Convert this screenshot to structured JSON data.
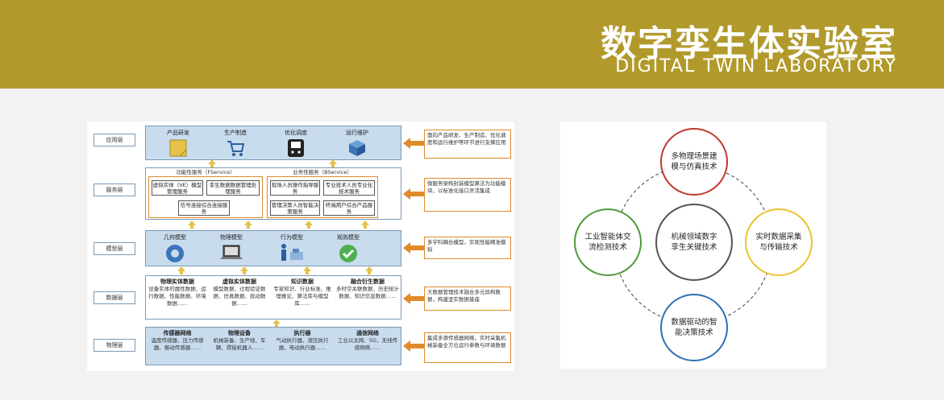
{
  "banner": {
    "title_cn": "数字孪生体实验室",
    "title_en": "DIGITAL TWIN LABORATORY",
    "background": "#b19a2b"
  },
  "architecture": {
    "layers": [
      {
        "label": "应用层",
        "items": [
          "产品研发",
          "生产制造",
          "优化调度",
          "运行维护"
        ],
        "icons": [
          "note-icon",
          "cart-icon",
          "train-icon",
          "cube-icon"
        ],
        "description": "面向产品研发、生产制造、优化调度和运行维护等环节进行支撑应用"
      },
      {
        "label": "服务层",
        "groups": [
          {
            "title": "功能性服务（FService）",
            "boxes": [
              "虚拟实体（VE）模型管理服务",
              "孪生数据数据管理处理服务",
              "信号连接综合连接服务"
            ]
          },
          {
            "title": "业务性服务（BService）",
            "boxes": [
              "现场人员操作指导服务",
              "专业技术人员专业化技术服务",
              "管理决策人员智能决策服务",
              "终端用户综合产品服务"
            ]
          }
        ],
        "description": "微服务架构封装模型算法为功能模块，以标准化接口灵活集成"
      },
      {
        "label": "模型层",
        "items": [
          "几何模型",
          "物理模型",
          "行为模型",
          "规则模型"
        ],
        "icons": [
          "ring-icon",
          "laptop-icon",
          "person-icon",
          "check-icon"
        ],
        "description": "多学科耦合模型，实现性能精准模拟"
      },
      {
        "label": "数据层",
        "columns": [
          {
            "title": "物理实体数据",
            "text": "设备实体的属性数据、运行数据、性能数据、环境数据……"
          },
          {
            "title": "虚拟实体数据",
            "text": "模型数据、过程验证数据、仿真数据、扰动数据……"
          },
          {
            "title": "知识数据",
            "text": "专家知识、行业标准、推理推论、算法库与模型库……"
          },
          {
            "title": "融合衍生数据",
            "text": "多时空关联数据、历史统计数据、知识信息数据……"
          }
        ],
        "description": "大数据管理技术融合多元异构数据，构建坚实数据基座"
      },
      {
        "label": "物理层",
        "columns": [
          {
            "title": "传感器网络",
            "text": "温度传感器、压力传感器、振动传感器……"
          },
          {
            "title": "物理设备",
            "text": "机械装备、生产线、车辆、焊接机器人……"
          },
          {
            "title": "执行器",
            "text": "气动执行器、液压执行器、电动执行器……"
          },
          {
            "title": "通信网络",
            "text": "工业以太网、5G、无线传感网络……"
          }
        ],
        "description": "集成多源传感器网络，实时采集机械装备全方位运行参数与环境数据"
      }
    ]
  },
  "key_tech": {
    "center": "机械领域数字孪生关键技术",
    "top": "多物理场景建模与仿真技术",
    "right": "实时数据采集与传输技术",
    "bottom": "数据驱动的智能决策技术",
    "left": "工业智能体交流检测技术",
    "colors": {
      "top": "#c0392b",
      "right": "#e8c42a",
      "bottom": "#2f6fb5",
      "left": "#4e9a3a",
      "center": "#555555"
    }
  }
}
